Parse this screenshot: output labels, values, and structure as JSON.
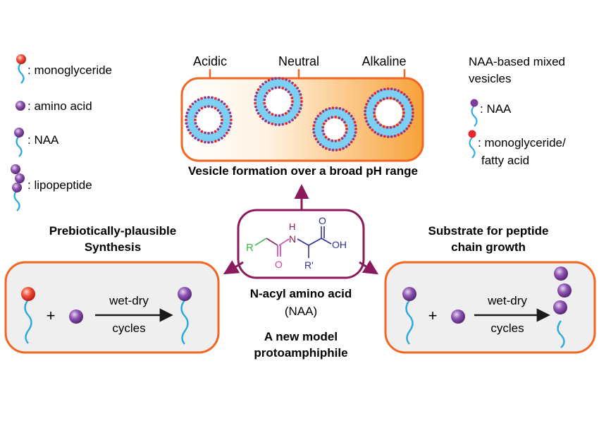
{
  "legend_left": {
    "monoglyceride": ": monoglyceride",
    "amino_acid": ": amino acid",
    "naa": ": NAA",
    "lipopeptide": ": lipopeptide"
  },
  "ph_axis": {
    "acidic": "Acidic",
    "neutral": "Neutral",
    "alkaline": "Alkaline"
  },
  "legend_right": {
    "title_line1": "NAA-based mixed",
    "title_line2": "vesicles",
    "naa": ": NAA",
    "mono_line1": ": monoglyceride/",
    "mono_line2": "fatty acid"
  },
  "vesicle_caption": "Vesicle formation over a broad pH range",
  "left_panel": {
    "title_line1": "Prebiotically-plausible",
    "title_line2": "Synthesis",
    "plus": "+",
    "arrow_top": "wet-dry",
    "arrow_bottom": "cycles"
  },
  "right_panel": {
    "title_line1": "Substrate for peptide",
    "title_line2": "chain growth",
    "plus": "+",
    "arrow_top": "wet-dry",
    "arrow_bottom": "cycles"
  },
  "center": {
    "name_line1": "N-acyl amino acid",
    "name_line2": "(NAA)",
    "model_line1": "A new model",
    "model_line2": "protoamphiphile"
  },
  "molecule": {
    "r": "R",
    "h": "H",
    "n": "N",
    "o_carbonyl": "O",
    "o_acid": "O",
    "oh": "OH",
    "r_prime": "R'"
  },
  "colors": {
    "orange": "#f26522",
    "purple_arrow": "#8b1a5c",
    "tail_blue": "#29a9e0",
    "head_red": "#e8262b",
    "head_purple": "#7b3f99",
    "panel_fill": "#efefef"
  }
}
